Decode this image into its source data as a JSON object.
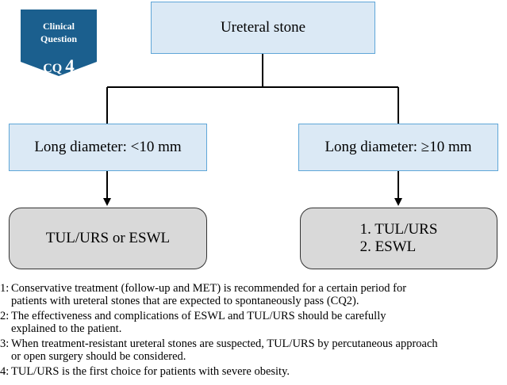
{
  "badge": {
    "line1": "Clinical",
    "line2": "Question",
    "cq_prefix": "CQ",
    "cq_number": "4"
  },
  "flowchart": {
    "root": "Ureteral stone",
    "branches": [
      {
        "condition": "Long diameter: <10 mm",
        "outcome": [
          "TUL/URS or ESWL"
        ]
      },
      {
        "condition": "Long diameter:  ≥10 mm",
        "outcome": [
          "1.  TUL/URS",
          "2.  ESWL"
        ]
      }
    ]
  },
  "notes": [
    {
      "num": "1:",
      "lines": [
        "Conservative treatment (follow-up and MET) is recommended for a certain period for",
        "patients with ureteral stones that are expected to spontaneously pass (CQ2)."
      ]
    },
    {
      "num": "2:",
      "lines": [
        "The effectiveness and complications of ESWL and TUL/URS should be carefully",
        "explained to the patient."
      ]
    },
    {
      "num": "3:",
      "lines": [
        "When treatment-resistant ureteral stones are suspected, TUL/URS by percutaneous approach",
        "or open surgery should be considered."
      ]
    },
    {
      "num": "4:",
      "lines": [
        "TUL/URS is the first choice for patients with severe obesity."
      ]
    }
  ],
  "colors": {
    "badge": "#1b5f8e",
    "box_fill": "#dbe9f5",
    "box_border": "#5fa6d8",
    "outcome_fill": "#d9d9d9"
  }
}
